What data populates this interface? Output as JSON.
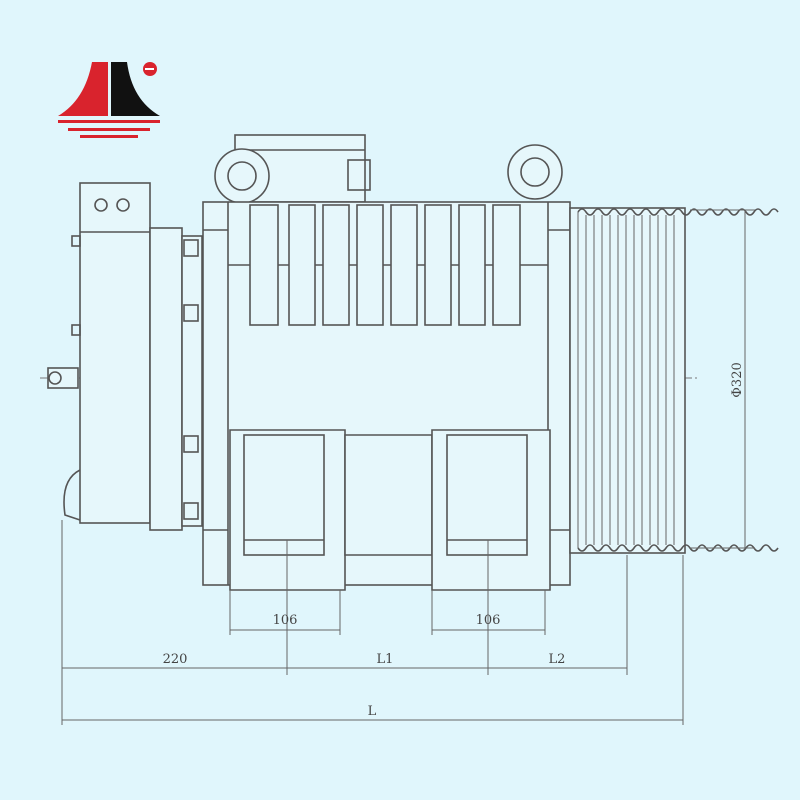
{
  "logo": {
    "name": "company-logo",
    "mark": "e",
    "colors": {
      "red": "#d9232d",
      "black": "#111111"
    }
  },
  "drawing": {
    "title": "traction motor outline drawing",
    "dimensions": {
      "foot_width_left": "106",
      "foot_width_right": "106",
      "brake_offset": "220",
      "l1": "L1",
      "l2": "L2",
      "overall_length": "L",
      "sheave_diameter": "Φ320"
    }
  },
  "colors": {
    "background": "#e0f6fc",
    "line": "#555555"
  }
}
